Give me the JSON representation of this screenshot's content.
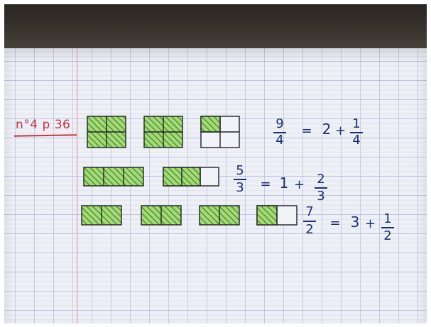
{
  "notebook": {
    "reference": "n°4 p 36"
  },
  "rows": [
    {
      "numerator": "9",
      "denominator": "4",
      "whole": "2",
      "remainder_numerator": "1",
      "remainder_denominator": "4",
      "equals": "=",
      "plus": "+"
    },
    {
      "numerator": "5",
      "denominator": "3",
      "whole": "1",
      "remainder_numerator": "2",
      "remainder_denominator": "3",
      "equals": "=",
      "plus": "+"
    },
    {
      "numerator": "7",
      "denominator": "2",
      "whole": "3",
      "remainder_numerator": "1",
      "remainder_denominator": "2",
      "equals": "=",
      "plus": "+"
    }
  ],
  "colors": {
    "hatch": "#6fbf3a",
    "ink": "#1a2f6e",
    "margin": "#c8343c"
  }
}
